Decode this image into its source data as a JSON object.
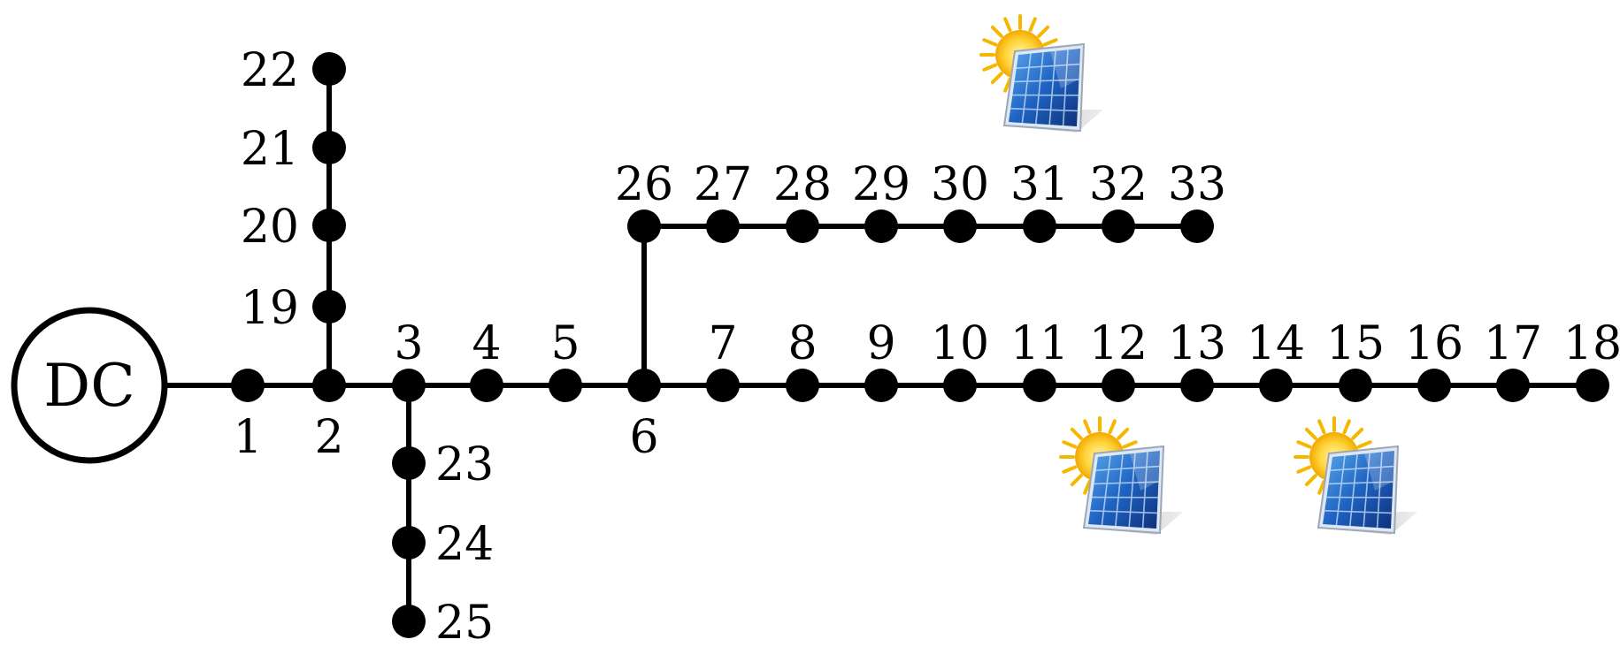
{
  "source": {
    "label": "DC"
  },
  "buses": [
    {
      "id": 1,
      "label": "1"
    },
    {
      "id": 2,
      "label": "2"
    },
    {
      "id": 3,
      "label": "3"
    },
    {
      "id": 4,
      "label": "4"
    },
    {
      "id": 5,
      "label": "5"
    },
    {
      "id": 6,
      "label": "6"
    },
    {
      "id": 7,
      "label": "7"
    },
    {
      "id": 8,
      "label": "8"
    },
    {
      "id": 9,
      "label": "9"
    },
    {
      "id": 10,
      "label": "10"
    },
    {
      "id": 11,
      "label": "11"
    },
    {
      "id": 12,
      "label": "12"
    },
    {
      "id": 13,
      "label": "13"
    },
    {
      "id": 14,
      "label": "14"
    },
    {
      "id": 15,
      "label": "15"
    },
    {
      "id": 16,
      "label": "16"
    },
    {
      "id": 17,
      "label": "17"
    },
    {
      "id": 18,
      "label": "18"
    },
    {
      "id": 19,
      "label": "19"
    },
    {
      "id": 20,
      "label": "20"
    },
    {
      "id": 21,
      "label": "21"
    },
    {
      "id": 22,
      "label": "22"
    },
    {
      "id": 23,
      "label": "23"
    },
    {
      "id": 24,
      "label": "24"
    },
    {
      "id": 25,
      "label": "25"
    },
    {
      "id": 26,
      "label": "26"
    },
    {
      "id": 27,
      "label": "27"
    },
    {
      "id": 28,
      "label": "28"
    },
    {
      "id": 29,
      "label": "29"
    },
    {
      "id": 30,
      "label": "30"
    },
    {
      "id": 31,
      "label": "31"
    },
    {
      "id": 32,
      "label": "32"
    },
    {
      "id": 33,
      "label": "33"
    }
  ],
  "branches": [
    [
      1,
      2
    ],
    [
      2,
      3
    ],
    [
      3,
      4
    ],
    [
      4,
      5
    ],
    [
      5,
      6
    ],
    [
      6,
      7
    ],
    [
      7,
      8
    ],
    [
      8,
      9
    ],
    [
      9,
      10
    ],
    [
      10,
      11
    ],
    [
      11,
      12
    ],
    [
      12,
      13
    ],
    [
      13,
      14
    ],
    [
      14,
      15
    ],
    [
      15,
      16
    ],
    [
      16,
      17
    ],
    [
      17,
      18
    ],
    [
      2,
      19
    ],
    [
      19,
      20
    ],
    [
      20,
      21
    ],
    [
      21,
      22
    ],
    [
      3,
      23
    ],
    [
      23,
      24
    ],
    [
      24,
      25
    ],
    [
      6,
      26
    ],
    [
      26,
      27
    ],
    [
      27,
      28
    ],
    [
      28,
      29
    ],
    [
      29,
      30
    ],
    [
      30,
      31
    ],
    [
      31,
      32
    ],
    [
      32,
      33
    ]
  ],
  "source_connection": 1,
  "pv_generators": [
    {
      "name": "solar-panel-top"
    },
    {
      "name": "solar-panel-middle"
    },
    {
      "name": "solar-panel-right"
    }
  ],
  "colors": {
    "line": "#000000",
    "node": "#000000",
    "sun": "#f5b800",
    "panel": "#1a4fa8"
  }
}
